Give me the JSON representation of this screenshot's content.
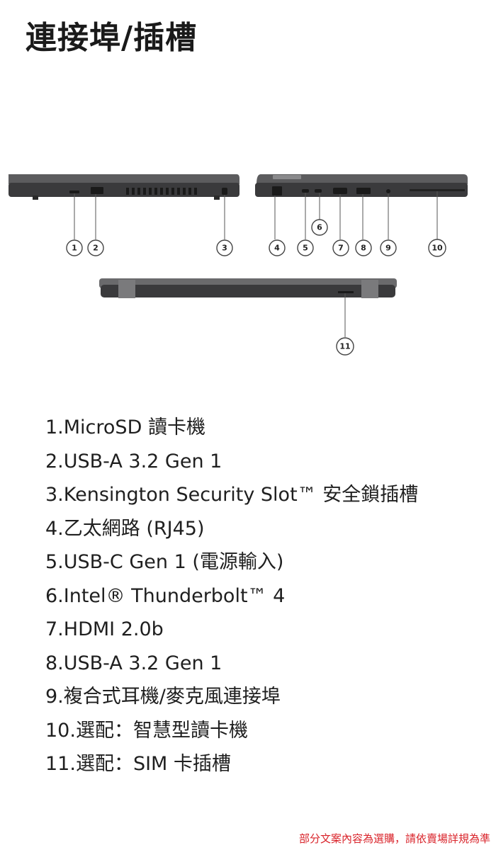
{
  "title": "連接埠/插槽",
  "callouts": [
    "1",
    "2",
    "3",
    "4",
    "5",
    "6",
    "7",
    "8",
    "9",
    "10",
    "11"
  ],
  "ports": [
    "1.MicroSD 讀卡機",
    "2.USB-A 3.2 Gen 1",
    "3.Kensington Security Slot™ 安全鎖插槽",
    "4.乙太網路 (RJ45)",
    "5.USB-C Gen 1 (電源輸入)",
    "6.Intel® Thunderbolt™ 4",
    "7.HDMI 2.0b",
    "8.USB-A 3.2 Gen 1",
    "9.複合式耳機/麥克風連接埠",
    "10.選配：智慧型讀卡機",
    "11.選配：SIM 卡插槽"
  ],
  "disclaimer": "部分文案內容為選購，請依賣場詳規為準",
  "colors": {
    "chassis": "#3a3a3c",
    "chassis_light": "#6a6a6c",
    "disclaimer": "#d9232a"
  }
}
